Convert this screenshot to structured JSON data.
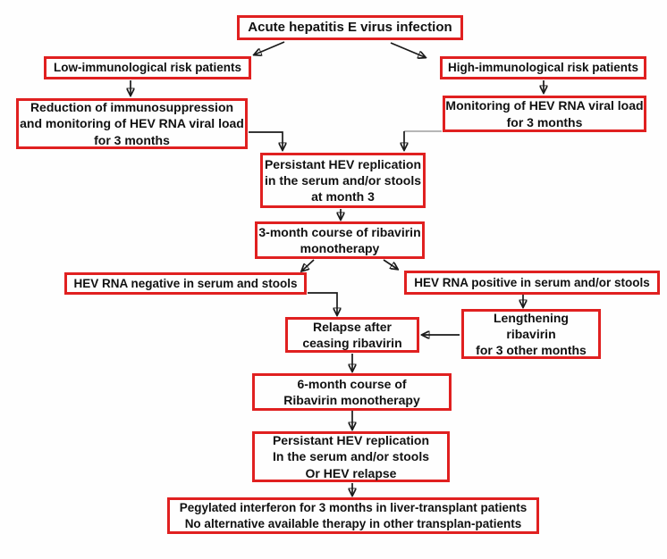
{
  "title": "Acute hepatitis E virus infection treatment flowchart",
  "colors": {
    "box_border": "#e02020",
    "box_background": "#fefefe",
    "text": "#111111",
    "connector": "#1a1a1a"
  },
  "nodes": {
    "acute": {
      "lines": [
        "Acute hepatitis E virus infection"
      ]
    },
    "low_risk": {
      "lines": [
        "Low-immunological risk patients"
      ]
    },
    "high_risk": {
      "lines": [
        "High-immunological risk patients"
      ]
    },
    "reduction": {
      "lines": [
        "Reduction of immunosuppression",
        "and  monitoring of HEV RNA viral load",
        "for 3 months"
      ]
    },
    "monitoring": {
      "lines": [
        "Monitoring of HEV RNA viral load",
        "for 3 months"
      ]
    },
    "persistent_m3": {
      "lines": [
        "Persistant HEV replication",
        "in the serum and/or stools",
        "at month 3"
      ]
    },
    "course_3m": {
      "lines": [
        "3-month course of ribavirin",
        "monotherapy"
      ]
    },
    "negative": {
      "lines": [
        "HEV RNA negative in serum and stools"
      ]
    },
    "positive": {
      "lines": [
        "HEV RNA positive in serum and/or stools"
      ]
    },
    "relapse": {
      "lines": [
        "Relapse after",
        "ceasing ribavirin"
      ]
    },
    "lengthening": {
      "lines": [
        "Lengthening",
        "ribavirin",
        "for 3 other months"
      ]
    },
    "course_6m": {
      "lines": [
        "6-month course of",
        "Ribavirin monotherapy"
      ]
    },
    "persistent_relapse": {
      "lines": [
        "Persistant HEV replication",
        "In the serum and/or stools",
        "Or HEV relapse"
      ]
    },
    "pegylated": {
      "lines": [
        "Pegylated interferon for 3 months in liver-transplant patients",
        "No alternative available therapy in other transplan-patients"
      ]
    }
  }
}
